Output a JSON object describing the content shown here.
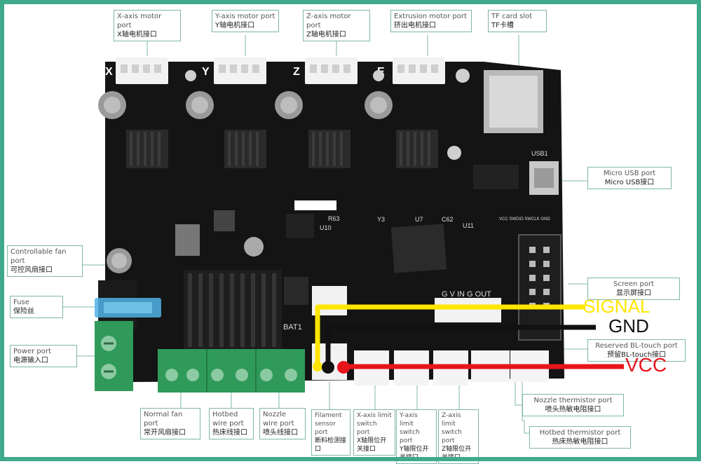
{
  "callouts": {
    "x_motor": {
      "en": "X-axis motor port",
      "zh": "X轴电机接口"
    },
    "y_motor": {
      "en": "Y-axis motor port",
      "zh": "Y轴电机接口"
    },
    "z_motor": {
      "en": "Z-axis motor port",
      "zh": "Z轴电机接口"
    },
    "e_motor": {
      "en": "Extrusion motor port",
      "zh": "挤出电机接口"
    },
    "tf_card": {
      "en": "TF card slot",
      "zh": "TF卡槽"
    },
    "micro_usb": {
      "en": "Micro USB port",
      "zh": "Micro USB接口"
    },
    "fan_ctrl": {
      "en": "Controllable fan port",
      "zh": "可控风扇接口"
    },
    "fuse": {
      "en": "Fuse",
      "zh": "保险丝"
    },
    "power": {
      "en": "Power port",
      "zh": "电源输入口"
    },
    "screen": {
      "en": "Screen port",
      "zh": "显示屏接口"
    },
    "bltouch": {
      "en": "Reserved BL-touch port",
      "zh": "预留BL-touch接口"
    },
    "normal_fan": {
      "en": "Normal fan port",
      "zh": "常开风扇接口"
    },
    "hotbed_wire": {
      "en": "Hotbed wire port",
      "zh": "热床线接口"
    },
    "nozzle_wire": {
      "en": "Nozzle wire port",
      "zh": "喷头线接口"
    },
    "filament": {
      "en": "Filament sensor port",
      "zh": "断料检测接口"
    },
    "x_limit": {
      "en": "X-axis limit switch port",
      "zh": "X轴限位开关接口"
    },
    "y_limit": {
      "en": "Y-axis limit switch port",
      "zh": "Y轴限位开关接口"
    },
    "z_limit": {
      "en": "Z-axis limit switch port",
      "zh": "Z轴限位开关接口"
    },
    "nozzle_therm": {
      "en": "Nozzle thermistor port",
      "zh": "喷头热敏电阻接口"
    },
    "hotbed_therm": {
      "en": "Hotbed thermistor port",
      "zh": "热床热敏电阻接口"
    }
  },
  "wires": {
    "signal": {
      "label": "SIGNAL",
      "color": "#ffe600"
    },
    "gnd": {
      "label": "GND",
      "color": "#111111"
    },
    "vcc": {
      "label": "VCC",
      "color": "#e8141c"
    }
  },
  "board": {
    "axis_letters": [
      "X",
      "Y",
      "Z",
      "E"
    ],
    "silk": {
      "screen_pins": "G V IN G OUT",
      "usb": "USB1",
      "header_pins": "VCC SWDIO SWCLK GND",
      "u10": "U10",
      "u7": "U7",
      "u11": "U11",
      "bat": "BAT1",
      "r63": "R63",
      "y3": "Y3",
      "c62": "C62"
    }
  },
  "colors": {
    "board": "#141414",
    "accent": "#3fa98c",
    "connector": "#f2f2f2",
    "terminal": "#2f9a5a",
    "fuse": "#4fb3e6"
  }
}
